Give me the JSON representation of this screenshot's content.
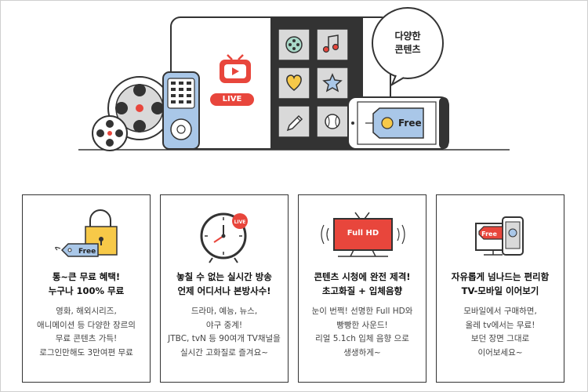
{
  "hero": {
    "bubble_line1": "다양한",
    "bubble_line2": "콘텐츠",
    "live_label": "LIVE",
    "free_label": "Free",
    "tile_icons": [
      "film-reel-icon",
      "music-note-icon",
      "heart-icon",
      "star-icon",
      "pencil-icon",
      "baseball-icon"
    ]
  },
  "cards": [
    {
      "free_label": "Free",
      "title": [
        "통~큰 무료 혜택!",
        "누구나 100% 무료"
      ],
      "desc": [
        "영화, 해외시리즈,",
        "애니메이션 등 다양한 장르의",
        "무료 콘텐츠 가득!",
        "로그인만해도 3만여편 무료"
      ]
    },
    {
      "live_label": "LIVE",
      "title": [
        "놓칠 수 없는 실시간 방송",
        "언제 어디서나 본방사수!"
      ],
      "desc": [
        "드라마, 예능, 뉴스,",
        "야구 중계!",
        "JTBC, tvN 등 90여개 TV채널을",
        "실시간 고화질로 즐겨요~"
      ]
    },
    {
      "fullhd_label": "Full HD",
      "title": [
        "콘텐츠 시청에 완전 제격!",
        "초고화질 + 입체음향"
      ],
      "desc": [
        "눈이 번쩍! 선명한 Full HD와",
        "빵빵한 사운드!",
        "리얼 5.1ch 입체 음향 으로",
        "생생하게~"
      ]
    },
    {
      "free_label": "Free",
      "title": [
        "자유롭게 넘나드는 편리함",
        "TV-모바일 이어보기"
      ],
      "desc": [
        "모바일에서 구매하면,",
        "올레 tv에서는 무료!",
        "보던 장면 그대로",
        "이어보세요~"
      ]
    }
  ],
  "colors": {
    "red": "#e8463c",
    "yellow": "#f7c948",
    "blue": "#a9c7e8",
    "tile_gray": "#d9d9d9",
    "outline": "#333333"
  }
}
